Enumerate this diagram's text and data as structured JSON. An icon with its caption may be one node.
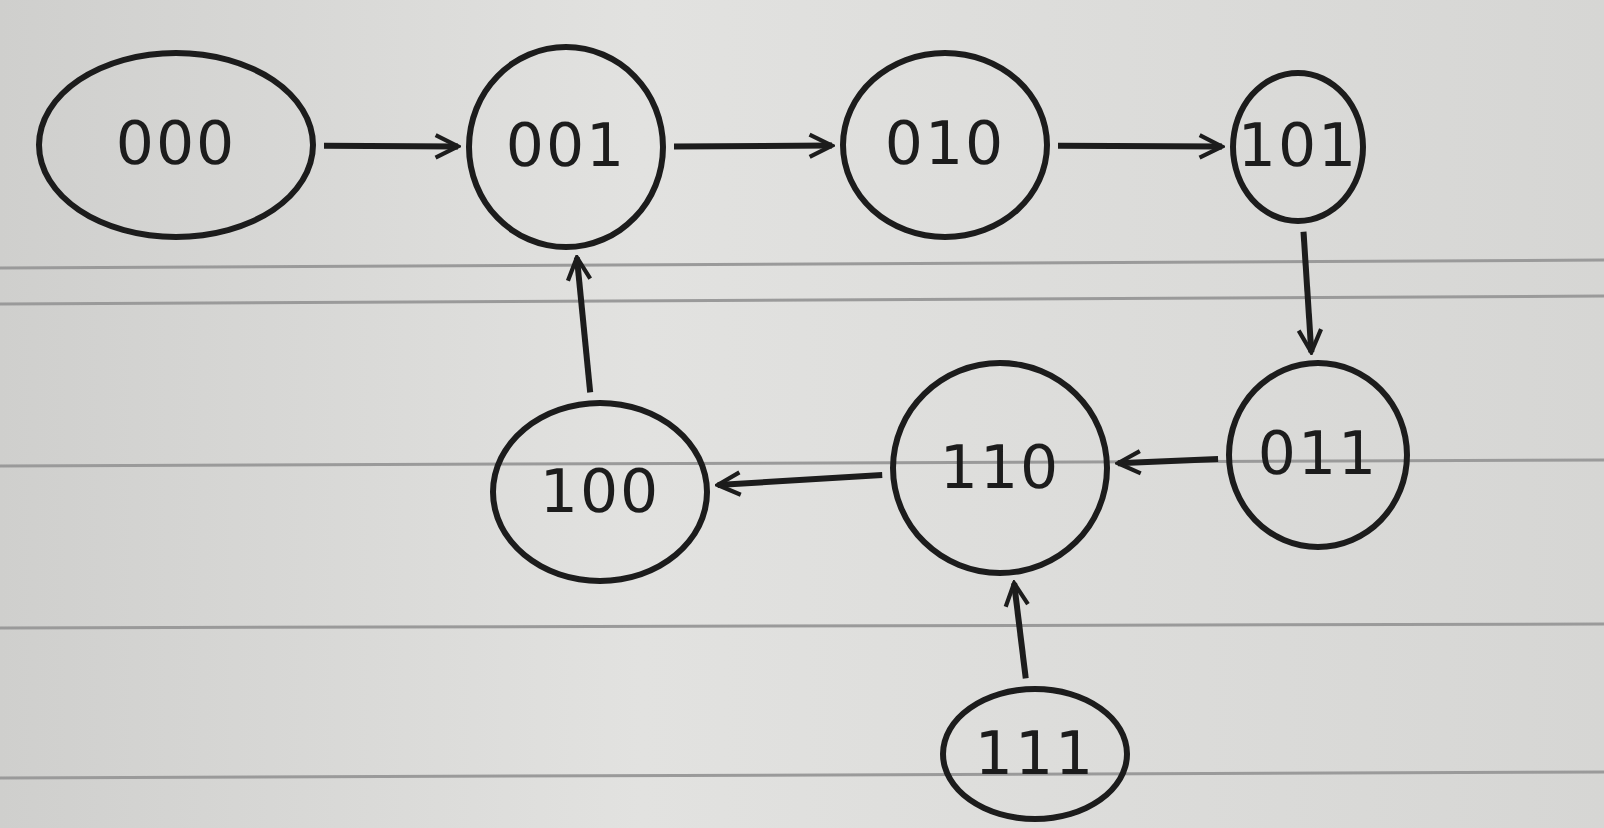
{
  "diagram": {
    "nodes": [
      {
        "text": [
          "000"
        ]
      },
      {
        "text": [
          "001"
        ]
      },
      {
        "text": [
          "010"
        ]
      },
      {
        "text": [
          "101"
        ]
      },
      {
        "text": [
          "011"
        ]
      },
      {
        "text": [
          "110"
        ]
      },
      {
        "text": [
          "100"
        ]
      },
      {
        "text": [
          "111"
        ]
      }
    ],
    "edges": [
      {
        "from": 0,
        "to": 1,
        "arrow": "to"
      },
      {
        "from": 1,
        "to": 2,
        "arrow": "to"
      },
      {
        "from": 2,
        "to": 3,
        "arrow": "to"
      },
      {
        "from": 3,
        "to": 4,
        "arrow": "to"
      },
      {
        "from": 4,
        "to": 5,
        "arrow": "to"
      },
      {
        "from": 5,
        "to": 6,
        "arrow": "to"
      },
      {
        "from": 6,
        "to": 1,
        "arrow": "to"
      },
      {
        "from": 7,
        "to": 5,
        "arrow": "to"
      }
    ]
  }
}
